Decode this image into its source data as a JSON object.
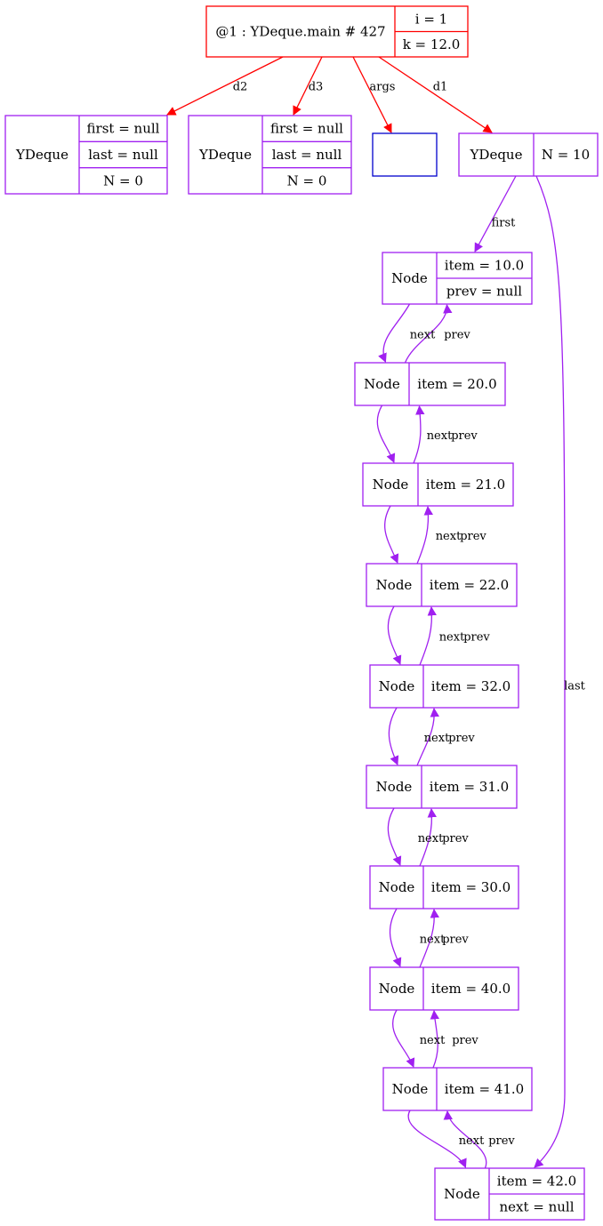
{
  "colors": {
    "frame": "#ff0000",
    "object": "#a020f0",
    "array": "#0000cd",
    "text": "#000000",
    "background": "#ffffff"
  },
  "frame": {
    "title": "@1 : YDeque.main # 427",
    "fields": [
      "i = 1",
      "k = 12.0"
    ]
  },
  "objects": {
    "d2": {
      "type": "YDeque",
      "fields": [
        "first = null",
        "last = null",
        "N = 0"
      ]
    },
    "d3": {
      "type": "YDeque",
      "fields": [
        "first = null",
        "last = null",
        "N = 0"
      ]
    },
    "args": {
      "shape": "empty-array-box"
    },
    "d1": {
      "type": "YDeque",
      "fields": [
        "N = 10"
      ]
    }
  },
  "nodes": [
    {
      "type": "Node",
      "fields": [
        "item = 10.0",
        "prev = null"
      ]
    },
    {
      "type": "Node",
      "fields": [
        "item = 20.0"
      ]
    },
    {
      "type": "Node",
      "fields": [
        "item = 21.0"
      ]
    },
    {
      "type": "Node",
      "fields": [
        "item = 22.0"
      ]
    },
    {
      "type": "Node",
      "fields": [
        "item = 32.0"
      ]
    },
    {
      "type": "Node",
      "fields": [
        "item = 31.0"
      ]
    },
    {
      "type": "Node",
      "fields": [
        "item = 30.0"
      ]
    },
    {
      "type": "Node",
      "fields": [
        "item = 40.0"
      ]
    },
    {
      "type": "Node",
      "fields": [
        "item = 41.0"
      ]
    },
    {
      "type": "Node",
      "fields": [
        "item = 42.0",
        "next = null"
      ]
    }
  ],
  "edge_labels": {
    "d2": "d2",
    "d3": "d3",
    "args": "args",
    "d1": "d1",
    "first": "first",
    "last": "last",
    "next": "next",
    "prev": "prev"
  }
}
